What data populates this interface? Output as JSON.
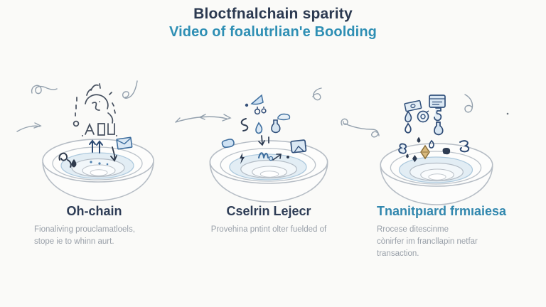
{
  "header": {
    "title": "Bloctfnalchain sparity",
    "subtitle": "Video of foalutrlian'e Boolding"
  },
  "columns": [
    {
      "heading": "Oh-chain",
      "description_lines": [
        "Fionaliving prouclamatloels,",
        "stope ie to whinn aurt."
      ],
      "pool": "whirlpool-illustration",
      "pool_icons": [
        "up-arrows-icon",
        "envelope-icon",
        "scribble-icon",
        "droplet-icon",
        "down-arrow-icon",
        "dots-icon"
      ],
      "extra": "person-sketch-doodle"
    },
    {
      "heading": "Cselrin Lejecr",
      "description_lines": [
        "Provehina pntint olter fuelded of"
      ],
      "pool": "whirlpool-illustration",
      "pool_icons": [
        "flag-icon",
        "bubble-circles-icon",
        "s-curve-icon",
        "water-drop-icon",
        "flask-icon",
        "loaf-icon",
        "down-arrows-icon",
        "blob-icon",
        "window-icon",
        "lightning-icon",
        "wave-icon",
        "arrow-icon"
      ]
    },
    {
      "heading": "Tnanitpıard frmıaiesa",
      "description_lines": [
        "Rrocese ditescinme",
        "cònirfer im francllapin netfar",
        "transaction."
      ],
      "pool": "whirlpool-illustration",
      "pool_icons": [
        "banknote-icon",
        "browser-icon",
        "water-drop-icon",
        "target-icon",
        "flask-icon",
        "drop-outline-icon",
        "blob-icon",
        "gold-diamond-icon",
        "dark-diamond-icon",
        "curl-icon"
      ]
    }
  ],
  "decorations": [
    "squiggle-doodle-left",
    "spiral-doodle",
    "arrow-doodle-left",
    "arrow-doodle-mid",
    "squiggle-doodle-mid",
    "arrow-doodle-right",
    "squiggle-doodle-right",
    "dot-speck"
  ],
  "colors": {
    "background": "#fafaf8",
    "title": "#2b3950",
    "subtitle": "#2e8fb4",
    "heading": "#2e3d56",
    "heading_alt": "#3187ae",
    "description": "#99a0a9",
    "pool_stroke": "#b6bdc5",
    "water_fill": "#e2edf4",
    "icon_blue": "#3e6e9e",
    "icon_fill": "#d9e7f3",
    "icon_dark": "#2e3c52",
    "gold": "#d9b97c",
    "doodle": "#93a0ad"
  }
}
